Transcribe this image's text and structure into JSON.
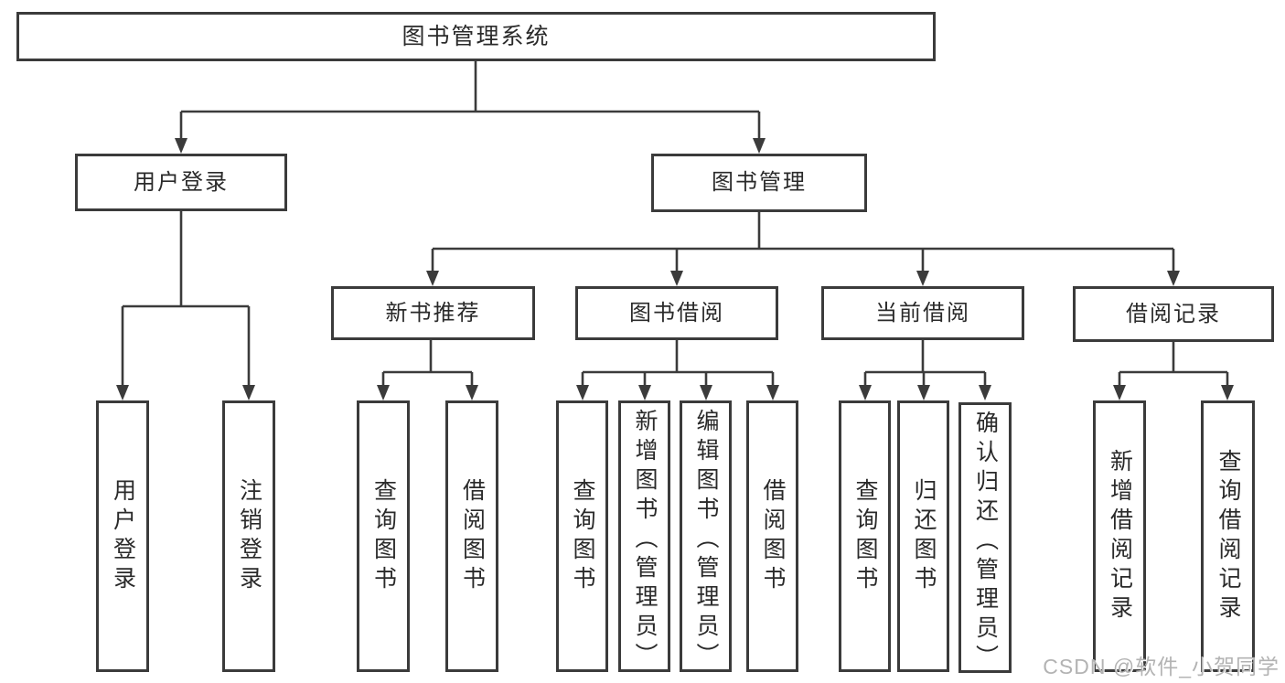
{
  "diagram": {
    "title": "图书管理系统",
    "user_login": {
      "label": "用户登录",
      "children": [
        "用户登录",
        "注销登录"
      ]
    },
    "book_mgmt": {
      "label": "图书管理",
      "sections": [
        {
          "label": "新书推荐",
          "children": [
            "查询图书",
            "借阅图书"
          ]
        },
        {
          "label": "图书借阅",
          "children": [
            "查询图书",
            "新增图书（管理员）",
            "编辑图书（管理员）",
            "借阅图书"
          ]
        },
        {
          "label": "当前借阅",
          "children": [
            "查询图书",
            "归还图书",
            "确认归还（管理员）"
          ]
        },
        {
          "label": "借阅记录",
          "children": [
            "新增借阅记录",
            "查询借阅记录"
          ]
        }
      ]
    }
  },
  "watermark": "CSDN @软件_小贺同学",
  "colors": {
    "line": "#3b3b3b",
    "text": "#2a2a2a",
    "box_background": "#ffffff",
    "watermark": "#b3b3b3",
    "background": "#ffffff"
  }
}
